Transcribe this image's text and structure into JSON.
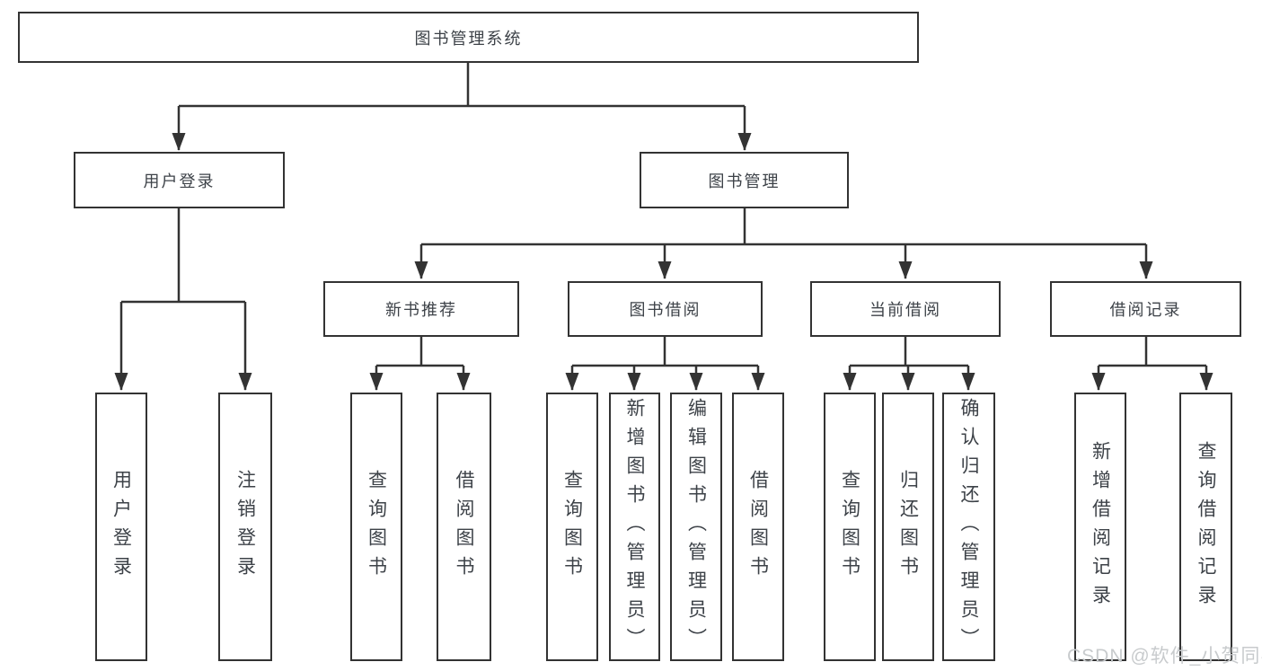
{
  "diagram": {
    "root": {
      "label": "图书管理系统"
    },
    "level2": [
      {
        "label": "用户登录"
      },
      {
        "label": "图书管理"
      }
    ],
    "level3": [
      {
        "label": "新书推荐"
      },
      {
        "label": "图书借阅"
      },
      {
        "label": "当前借阅"
      },
      {
        "label": "借阅记录"
      }
    ],
    "leaves": {
      "login": [
        "用户登录",
        "注销登录"
      ],
      "recommend": [
        "查询图书",
        "借阅图书"
      ],
      "borrow": [
        "查询图书",
        "新增图书（管理员）",
        "编辑图书（管理员）",
        "借阅图书"
      ],
      "current": [
        "查询图书",
        "归还图书",
        "确认归还（管理员）"
      ],
      "records": [
        "新增借阅记录",
        "查询借阅记录"
      ]
    }
  },
  "watermark": {
    "text": "CSDN @软件_小贺同学"
  },
  "colors": {
    "line": "#333333",
    "box_border": "#333333",
    "text": "#3d4248",
    "watermark": "#c8cbcd",
    "background": "#ffffff"
  }
}
